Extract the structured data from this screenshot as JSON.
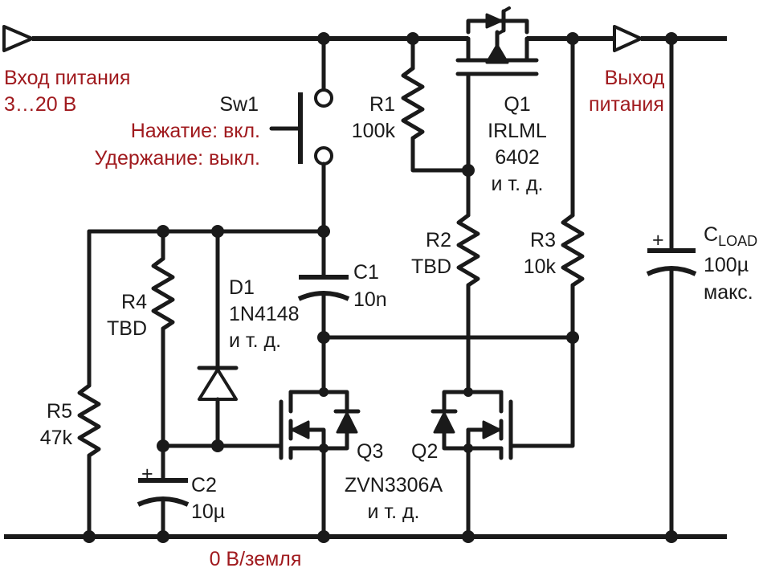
{
  "input": {
    "line1": "Вход питания",
    "line2": "3…20 В"
  },
  "output": {
    "line1": "Выход",
    "line2": "питания"
  },
  "ground": "0 В/земля",
  "sw1": {
    "ref": "Sw1",
    "press": "Нажатие: вкл.",
    "hold": "Удержание: выкл."
  },
  "r1": {
    "ref": "R1",
    "value": "100k"
  },
  "r2": {
    "ref": "R2",
    "value": "TBD"
  },
  "r3": {
    "ref": "R3",
    "value": "10k"
  },
  "r4": {
    "ref": "R4",
    "value": "TBD"
  },
  "r5": {
    "ref": "R5",
    "value": "47k"
  },
  "c1": {
    "ref": "C1",
    "value": "10n"
  },
  "c2": {
    "ref": "C2",
    "value": "10µ",
    "polarity": "+"
  },
  "cload": {
    "ref": "C",
    "ref_sub": "LOAD",
    "value": "100µ",
    "note": "макс.",
    "polarity": "+"
  },
  "d1": {
    "ref": "D1",
    "part": "1N4148",
    "note": "и т. д."
  },
  "q1": {
    "ref": "Q1",
    "part_line1": "IRLML",
    "part_line2": "6402",
    "note": "и т. д."
  },
  "q2": {
    "ref": "Q2"
  },
  "q3": {
    "ref": "Q3",
    "part": "ZVN3306A",
    "note": "и т. д."
  },
  "colors": {
    "ink": "#1a1a1a",
    "label_accent": "#a01a1e",
    "background": "#ffffff"
  }
}
